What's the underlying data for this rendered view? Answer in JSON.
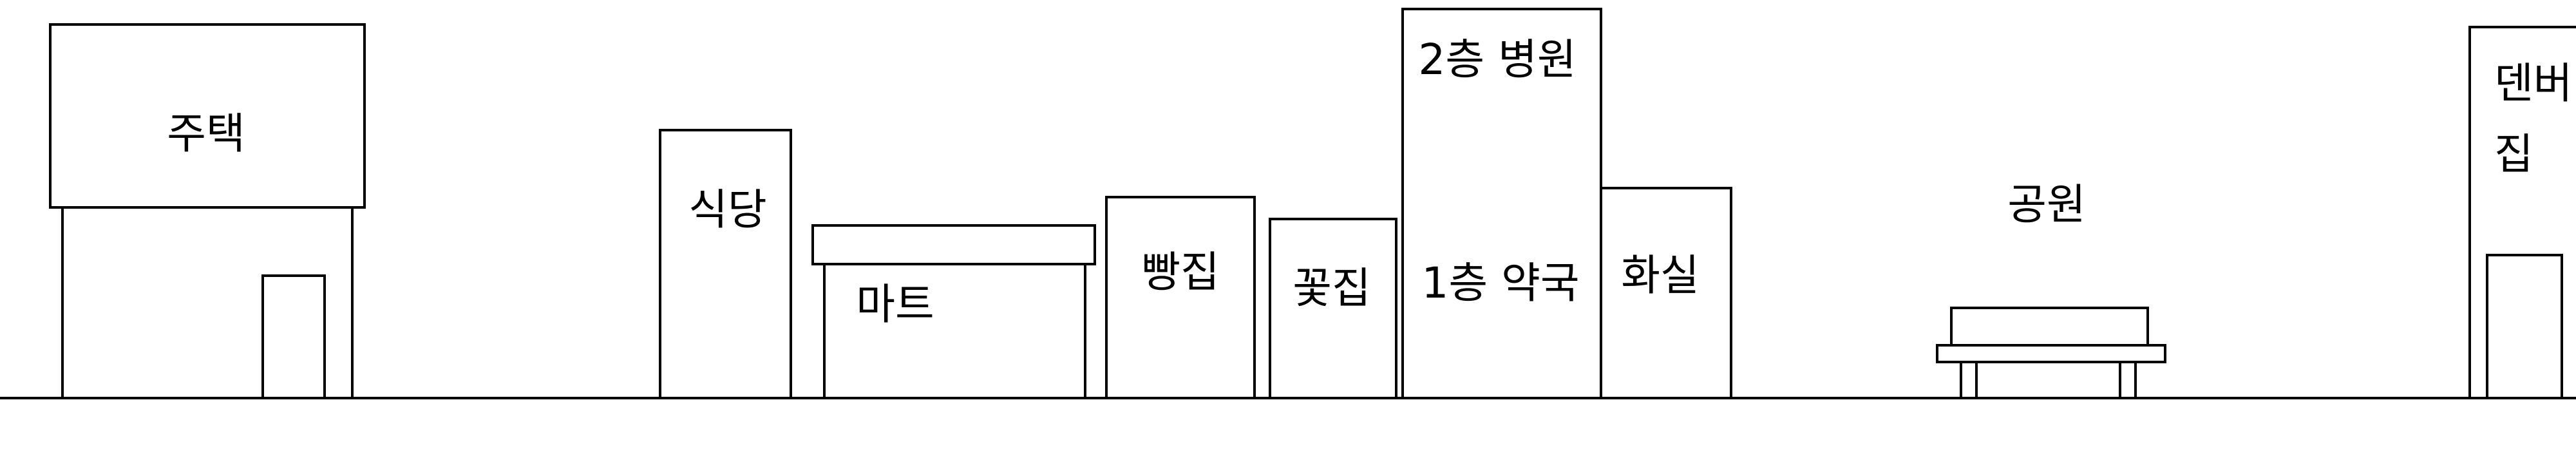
{
  "labels": {
    "house": "주택",
    "restaurant": "식당",
    "mart": "마트",
    "bakery": "빵집",
    "flower_shop": "꽃집",
    "hospital": "2층 병원",
    "pharmacy": "1층 약국",
    "art_store": "화실",
    "park": "공원",
    "denver_line1": "덴버",
    "denver_line2": "집"
  }
}
